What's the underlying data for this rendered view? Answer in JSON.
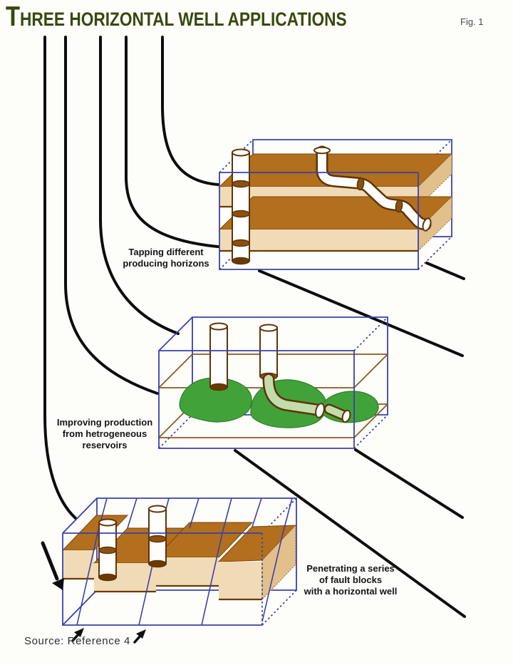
{
  "header": {
    "title": "THREE HORIZONTAL WELL APPLICATIONS",
    "fig_label": "Fig. 1"
  },
  "captions": {
    "tapping": {
      "line1": "Tapping different",
      "line2": "producing horizons"
    },
    "heterogeneous": {
      "line1": "Improving production",
      "line2": "from hetrogeneous",
      "line3": "reservoirs"
    },
    "fault_blocks": {
      "line1": "Penetrating a series",
      "line2": "of fault blocks",
      "line3": "with a horizontal well"
    }
  },
  "footer": {
    "source": "Source: Reference 4"
  },
  "diagram": {
    "well_path_count": 5,
    "boxes": [
      "tapping-producing-horizons",
      "heterogeneous-reservoirs",
      "fault-blocks"
    ]
  },
  "colors": {
    "title_green": "#37490f",
    "box_outline_blue": "#3a41a8",
    "horizon_brown": "#b26f1e",
    "horizon_tan": "#f0dbb6",
    "reservoir_green": "#41a23a",
    "well_path_black": "#0d0d0d",
    "pipe_outline_brown": "#5f3305"
  }
}
